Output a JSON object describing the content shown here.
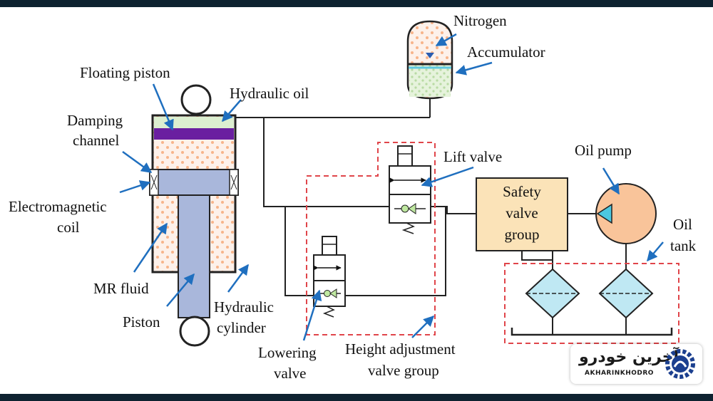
{
  "labels": {
    "nitrogen": "Nitrogen",
    "accumulator": "Accumulator",
    "floating_piston": "Floating piston",
    "hydraulic_oil": "Hydraulic oil",
    "damping_channel_1": "Damping",
    "damping_channel_2": "channel",
    "electromagnetic_coil_1": "Electromagnetic",
    "electromagnetic_coil_2": "coil",
    "mr_fluid": "MR fluid",
    "piston": "Piston",
    "hydraulic_cylinder_1": "Hydraulic",
    "hydraulic_cylinder_2": "cylinder",
    "lift_valve": "Lift valve",
    "safety_valve_group_1": "Safety",
    "safety_valve_group_2": "valve",
    "safety_valve_group_3": "group",
    "oil_pump": "Oil pump",
    "oil_tank_1": "Oil",
    "oil_tank_2": "tank",
    "lowering_valve_1": "Lowering",
    "lowering_valve_2": "valve",
    "height_adjustment_1": "Height adjustment",
    "height_adjustment_2": "valve group"
  },
  "logo": {
    "text_fa": "آخرین خودرو",
    "text_en": "AKHARINKHODRO"
  },
  "colors": {
    "arrow": "#1f6fbf",
    "dashed_box": "#e0454a",
    "safety_valve_fill": "#fbe3b8",
    "pump_fill": "#f9c49a",
    "pump_triangle": "#4cc8e0",
    "filter_fill": "#bfe8f3",
    "floating_piston": "#6a1fa0",
    "hydraulic_oil_fill": "#dcefd0",
    "piston_rod": "#a9b7db",
    "mr_fluid_dots": "#f7b48a"
  }
}
